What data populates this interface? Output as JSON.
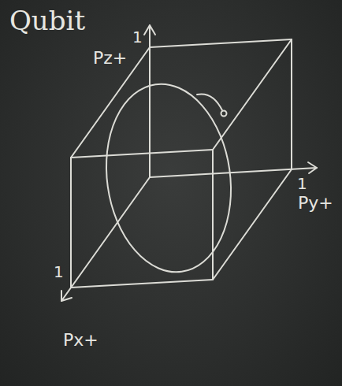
{
  "diagram": {
    "title": "Qubit",
    "labels": [
      "Pz+",
      "1",
      "1",
      "Py+",
      "1",
      "Px+"
    ]
  }
}
